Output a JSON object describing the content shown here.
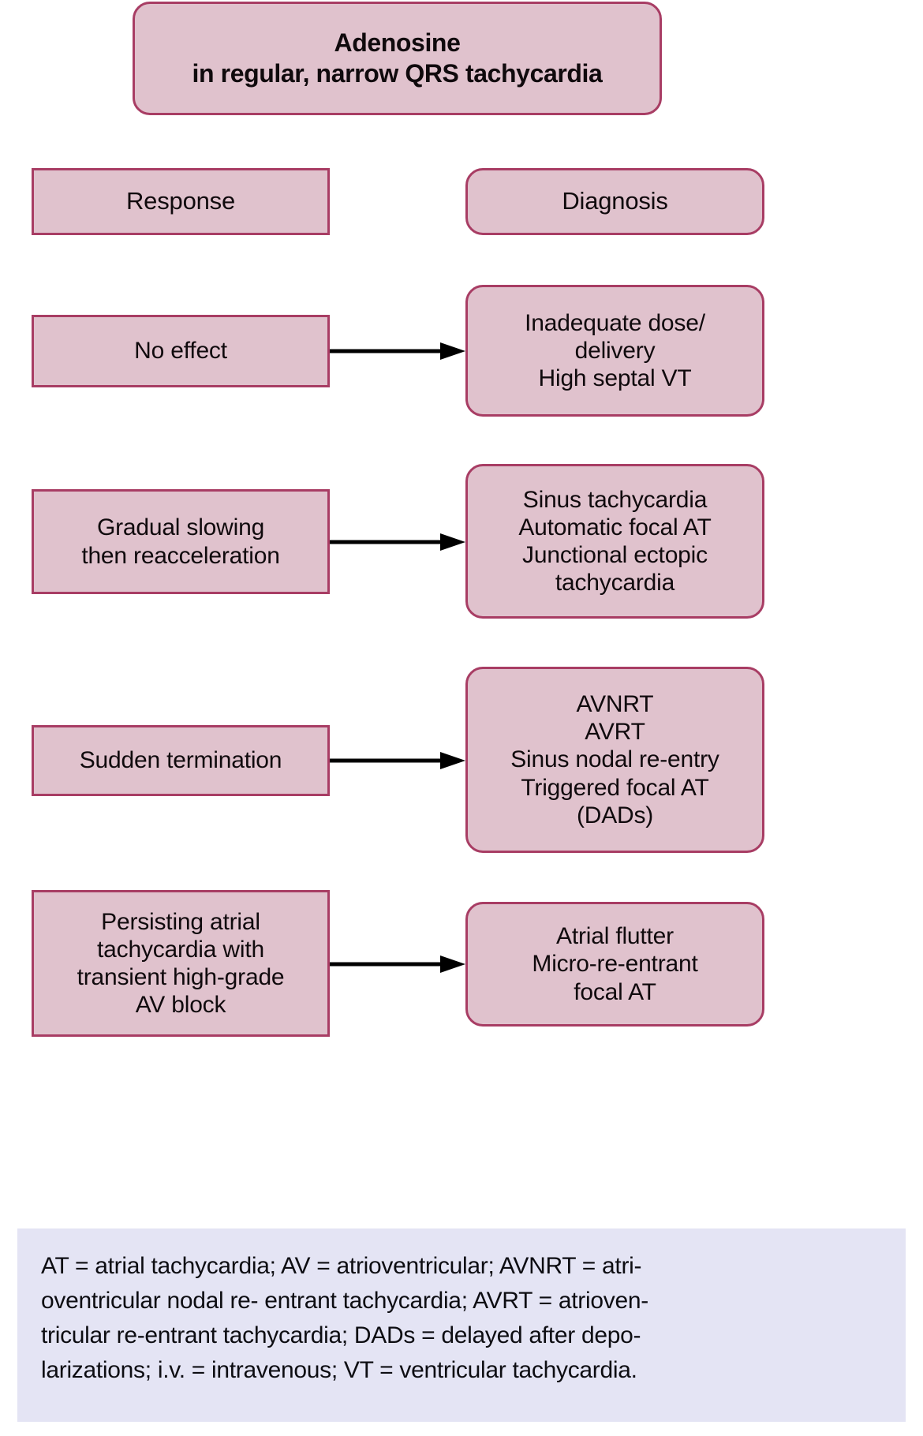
{
  "title": {
    "text": "Adenosine\nin regular, narrow QRS tachycardia"
  },
  "colors": {
    "box_fill": "#e0c2cd",
    "box_border": "#a83d64",
    "legend_background": "#e4e4f4",
    "text": "#100a0d",
    "arrow": "#000000",
    "page_background": "#ffffff"
  },
  "headers": {
    "response": "Response",
    "diagnosis": "Diagnosis"
  },
  "rows": [
    {
      "response": "No effect",
      "diagnosis": "Inadequate dose/\ndelivery\nHigh septal VT",
      "arrow": "arrow-right"
    },
    {
      "response": "Gradual slowing\nthen reacceleration",
      "diagnosis": "Sinus tachycardia\nAutomatic focal AT\nJunctional ectopic\ntachycardia",
      "arrow": "arrow-right"
    },
    {
      "response": "Sudden termination",
      "diagnosis": "AVNRT\nAVRT\nSinus nodal re-entry\nTriggered focal AT\n(DADs)",
      "arrow": "arrow-right"
    },
    {
      "response": "Persisting atrial\ntachycardia with\ntransient high-grade\nAV block",
      "diagnosis": "Atrial flutter\nMicro-re-entrant\nfocal AT",
      "arrow": "arrow-right"
    }
  ],
  "legend": {
    "text": "AT = atrial tachycardia; AV = atrioventricular; AVNRT = atri-\noventricular nodal re- entrant tachycardia; AVRT = atrioven-\ntricular re-entrant tachycardia; DADs = delayed after depo-\nlarizations; i.v. = intravenous; VT = ventricular tachycardia."
  }
}
